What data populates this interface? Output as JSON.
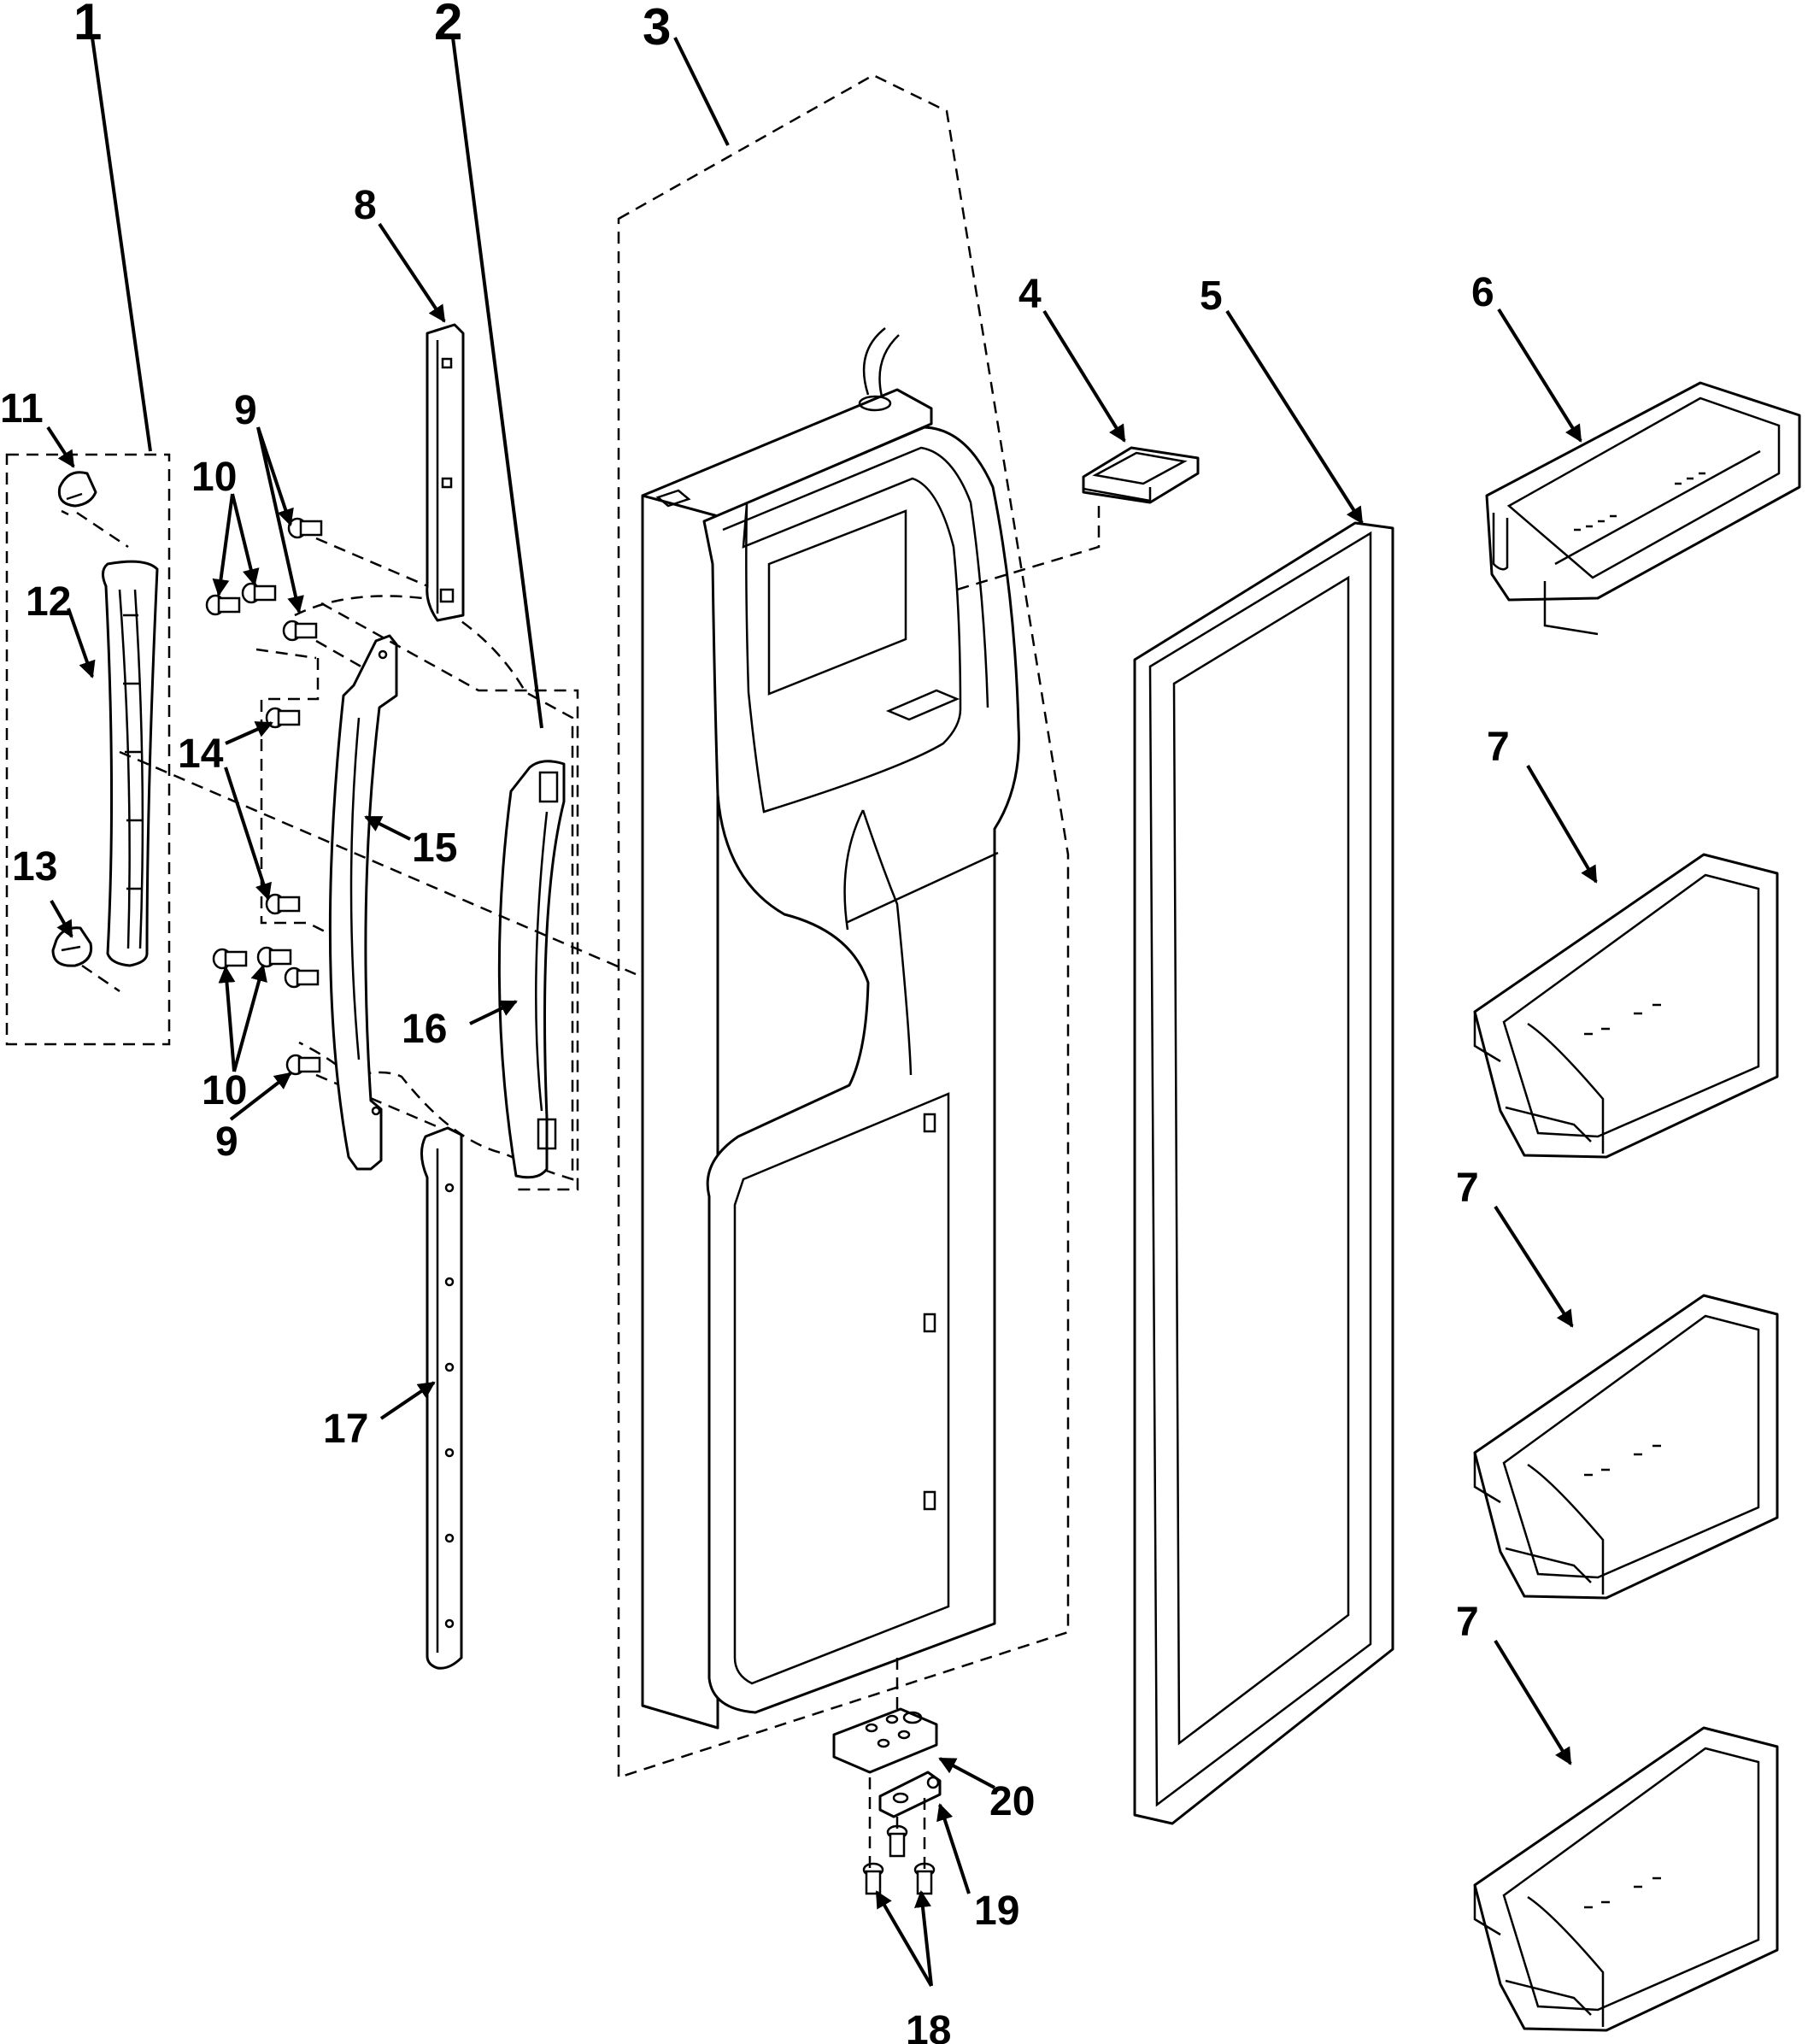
{
  "callouts": {
    "c1": "1",
    "c2": "2",
    "c3": "3",
    "c4": "4",
    "c5": "5",
    "c6": "6",
    "c7a": "7",
    "c7b": "7",
    "c7c": "7",
    "c8": "8",
    "c9a": "9",
    "c9b": "9",
    "c10a": "10",
    "c10b": "10",
    "c11": "11",
    "c12": "12",
    "c13": "13",
    "c14": "14",
    "c15": "15",
    "c16": "16",
    "c17": "17",
    "c18": "18",
    "c19": "19",
    "c20": "20"
  },
  "colors": {
    "line": "#000000",
    "background": "#ffffff"
  },
  "icons": {
    "arrowhead": "filled-triangle-arrow"
  }
}
